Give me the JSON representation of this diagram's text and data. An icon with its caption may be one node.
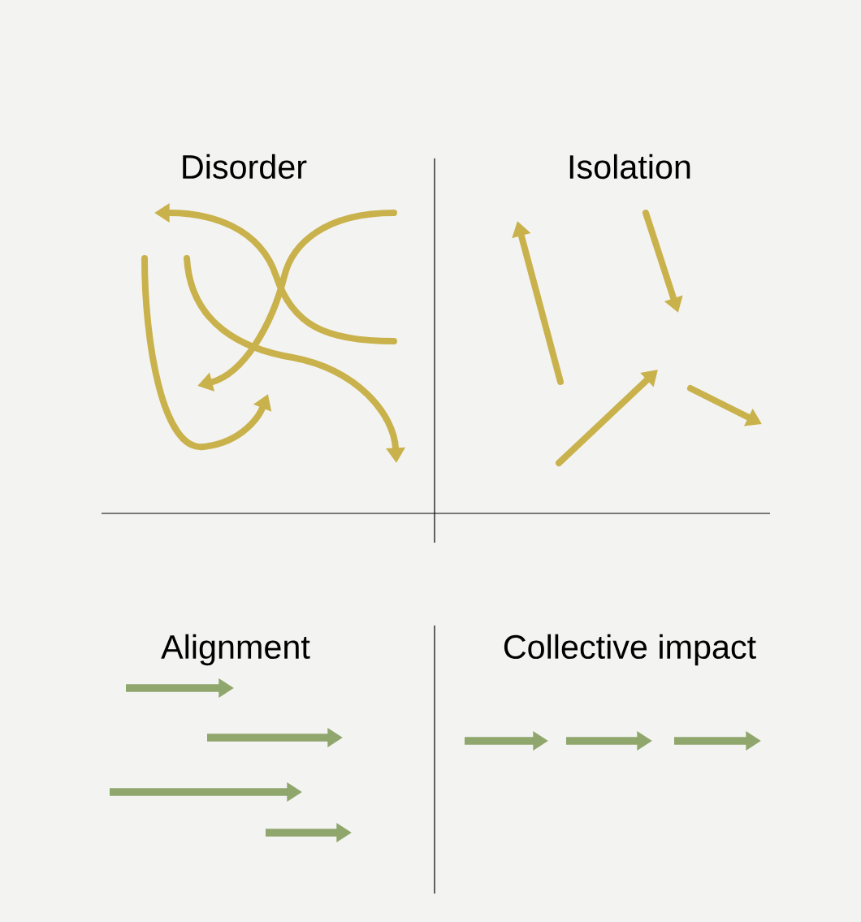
{
  "diagram": {
    "labels": [
      "Disorder",
      "Isolation",
      "Alignment",
      "Collective impact"
    ]
  }
}
